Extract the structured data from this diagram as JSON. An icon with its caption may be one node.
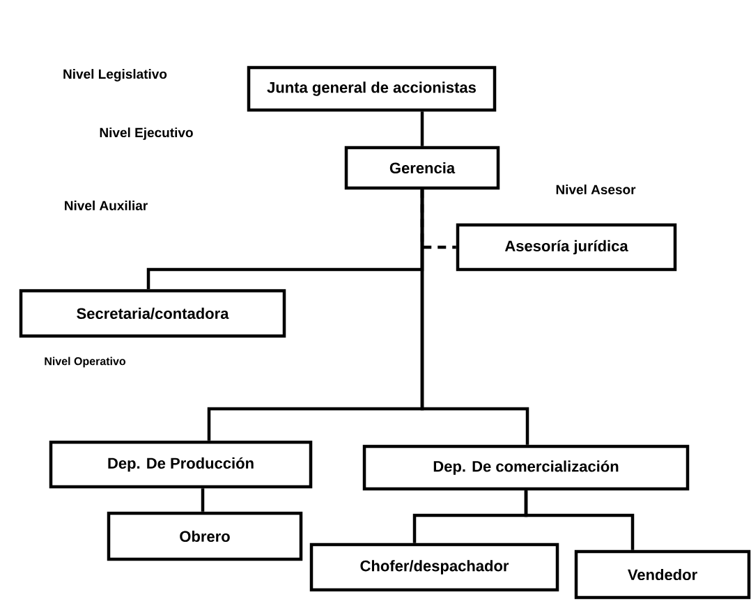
{
  "diagram": {
    "nodes": [
      {
        "text": [
          "Junta general de accionistas"
        ]
      },
      {
        "text": [
          "Gerencia"
        ]
      },
      {
        "text": [
          "Asesoría jurídica"
        ]
      },
      {
        "text": [
          "Secretaria/contadora"
        ]
      },
      {
        "text": [
          "Dep. De Producción"
        ]
      },
      {
        "text": [
          "Dep. De comercialización"
        ]
      },
      {
        "text": [
          "Obrero"
        ]
      },
      {
        "text": [
          "Chofer/despachador"
        ]
      },
      {
        "text": [
          "Vendedor"
        ]
      }
    ],
    "edges": [
      {
        "from": 0,
        "to": 1,
        "arrow": "none"
      },
      {
        "from": 1,
        "to": 2,
        "arrow": "none",
        "style": "dashed"
      },
      {
        "from": 1,
        "to": 3,
        "arrow": "none"
      },
      {
        "from": 1,
        "to": 4,
        "arrow": "none"
      },
      {
        "from": 1,
        "to": 5,
        "arrow": "none"
      },
      {
        "from": 4,
        "to": 6,
        "arrow": "none"
      },
      {
        "from": 5,
        "to": 7,
        "arrow": "none"
      },
      {
        "from": 5,
        "to": 8,
        "arrow": "none"
      }
    ],
    "labels": [
      "Nivel Legislativo",
      "Nivel Ejecutivo",
      "Nivel Auxiliar",
      "Nivel Asesor",
      "Nivel Operativo"
    ]
  }
}
